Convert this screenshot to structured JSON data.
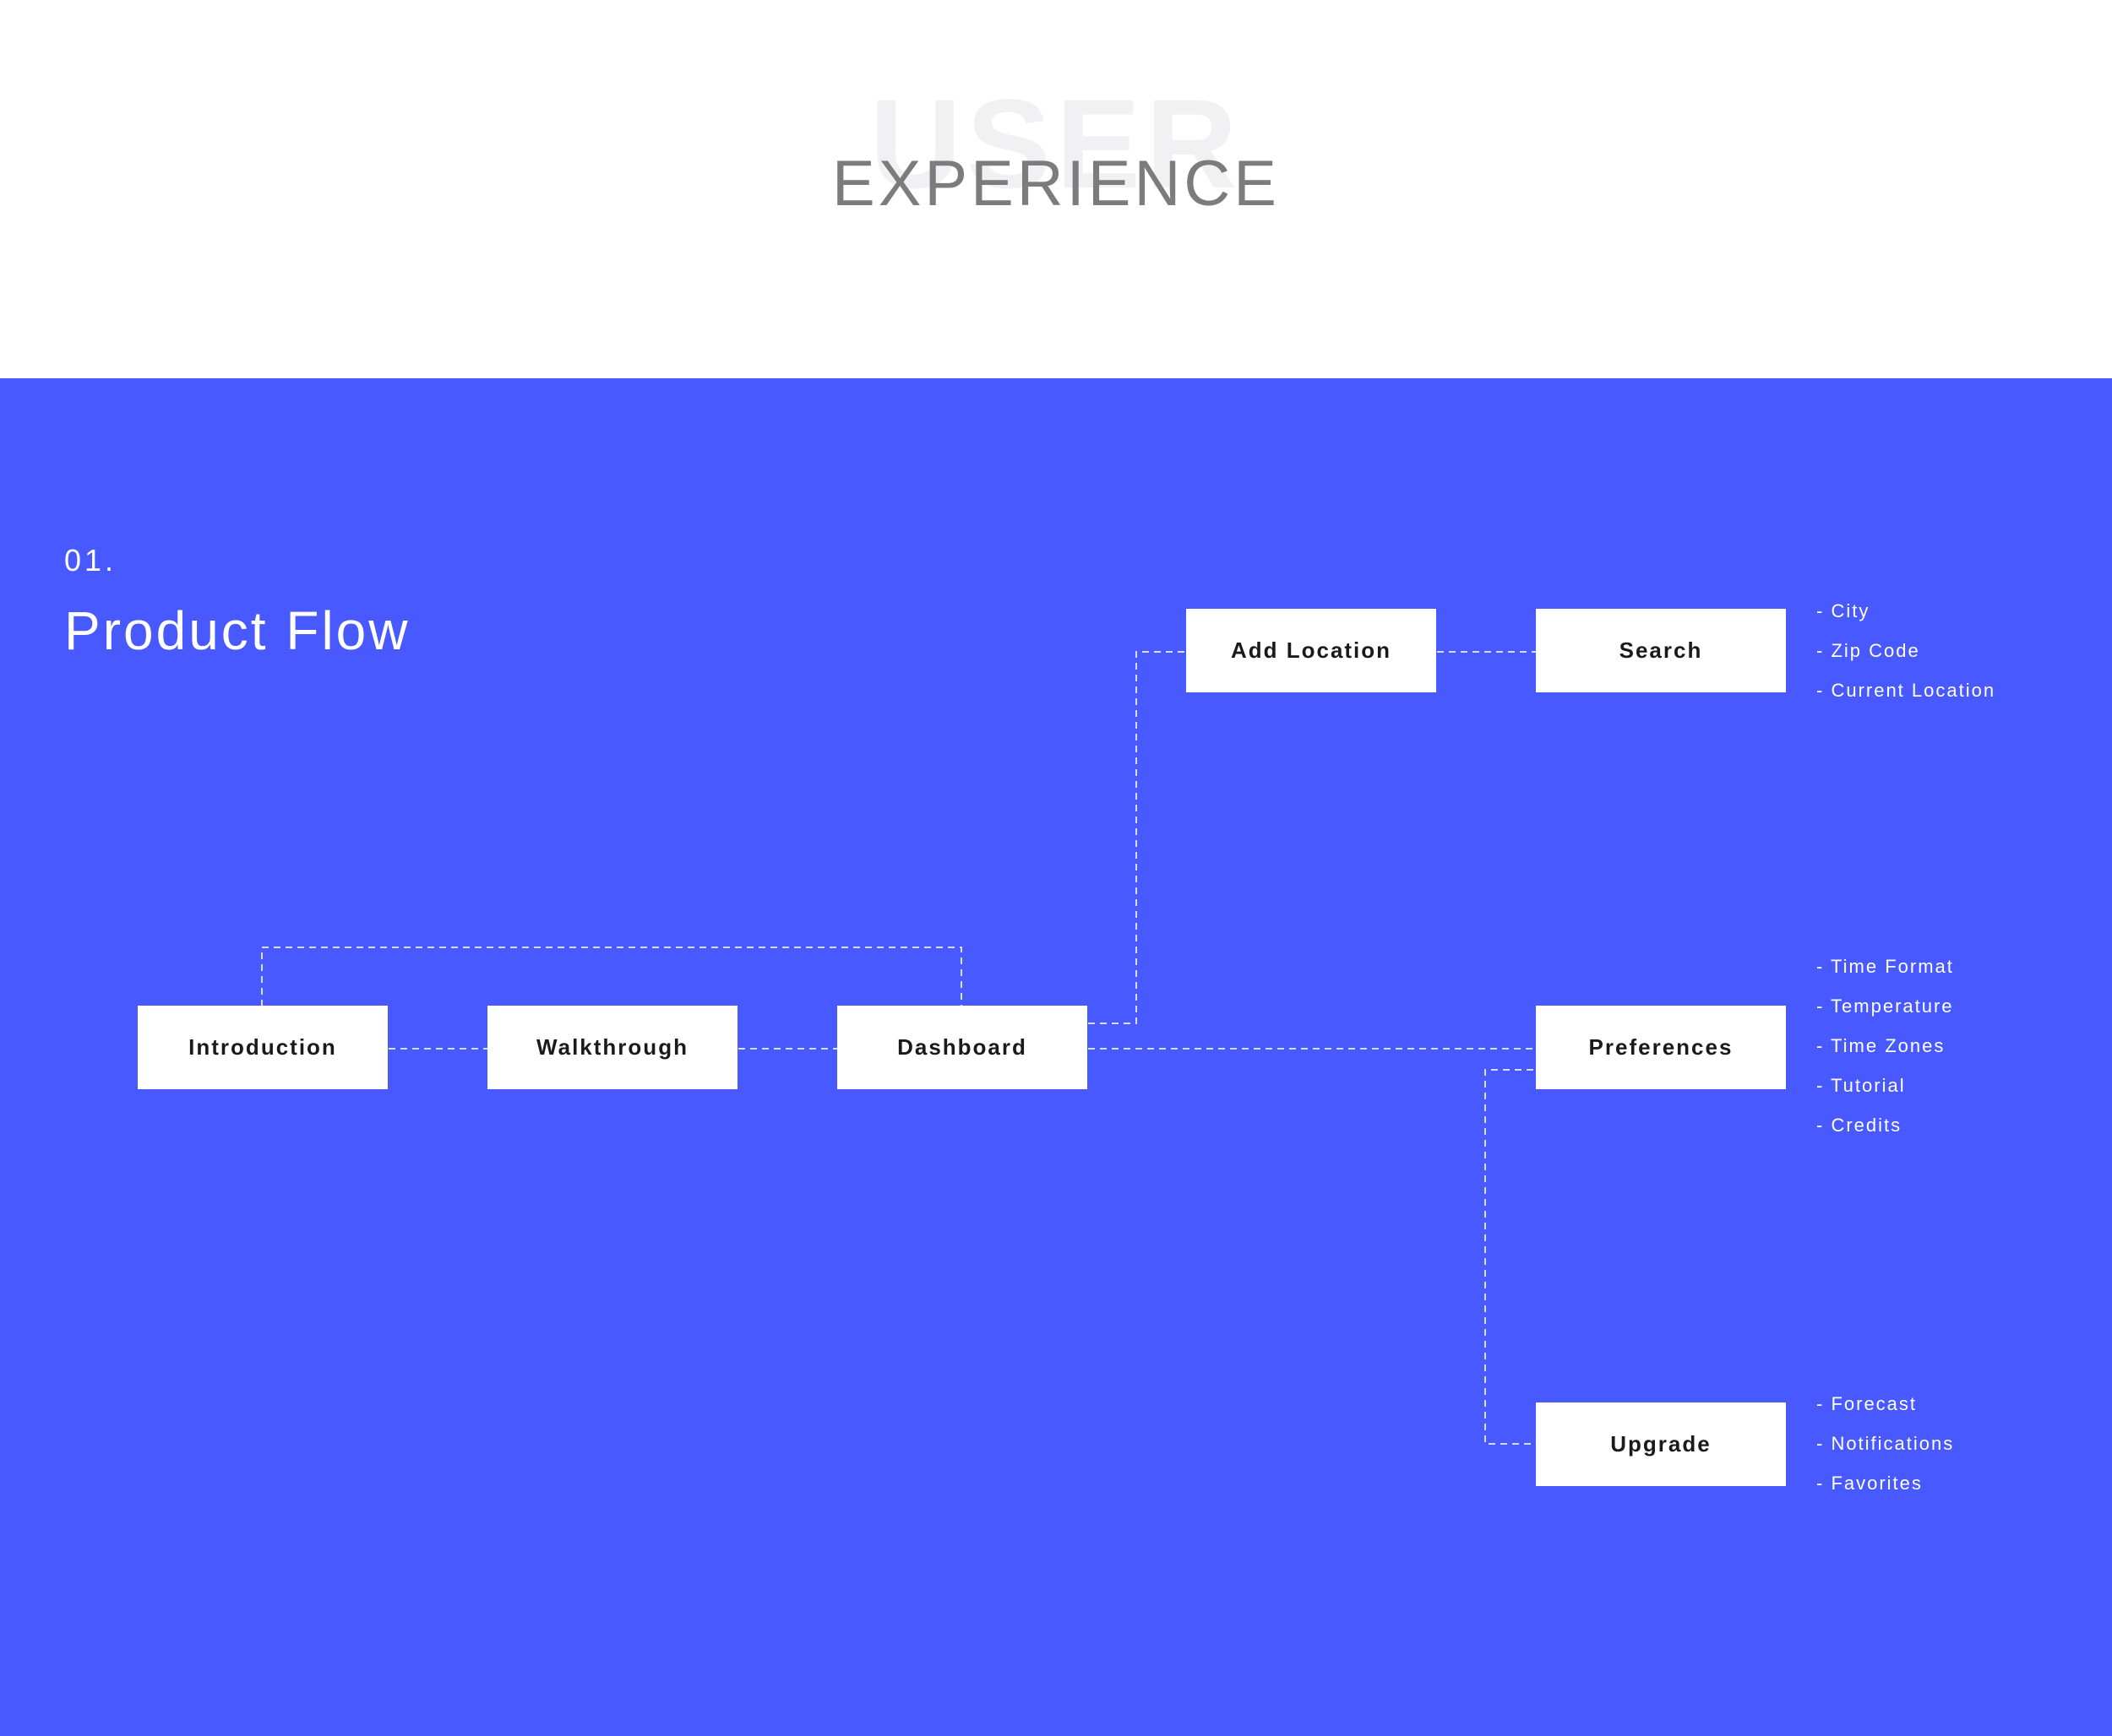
{
  "header": {
    "background_word": "USER",
    "title": "EXPERIENCE"
  },
  "section": {
    "number": "01.",
    "title": "Product Flow"
  },
  "colors": {
    "panel": "#4759ff",
    "node": "#ffffff",
    "connector": "#d8dcff"
  },
  "nodes": {
    "introduction": "Introduction",
    "walkthrough": "Walkthrough",
    "dashboard": "Dashboard",
    "add_location": "Add Location",
    "search": "Search",
    "preferences": "Preferences",
    "upgrade": "Upgrade"
  },
  "lists": {
    "search": [
      "- City",
      "- Zip Code",
      "- Current Location"
    ],
    "preferences": [
      "- Time Format",
      "- Temperature",
      "- Time Zones",
      "- Tutorial",
      "- Credits"
    ],
    "upgrade": [
      "- Forecast",
      "- Notifications",
      "- Favorites"
    ]
  }
}
